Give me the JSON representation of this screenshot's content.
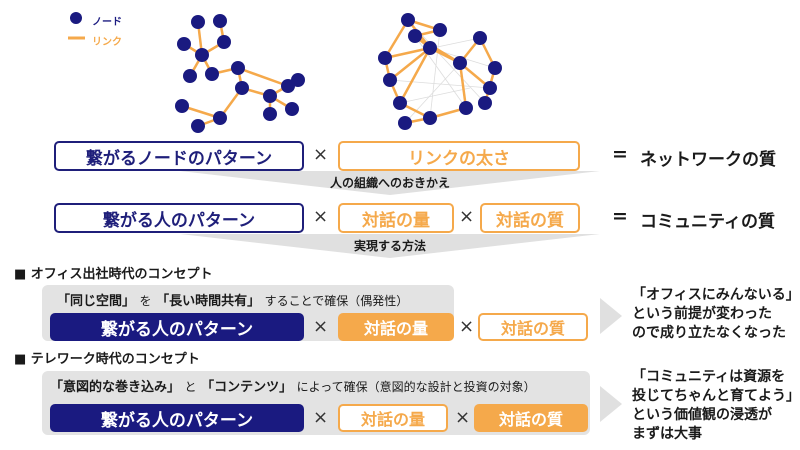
{
  "legend": {
    "node_label": "ノード",
    "link_label": "リンク"
  },
  "colors": {
    "navy": "#1a1a80",
    "orange": "#f5a94b",
    "gray_panel": "#e3e3e3",
    "arrow_gray": "#e0e0e0"
  },
  "formula1": {
    "node_pattern": "繋がるノードのパターン",
    "times": "×",
    "link_thickness": "リンクの太さ",
    "equals": "=",
    "result": "ネットワークの質"
  },
  "arrow1_label": "人の組織へのおきかえ",
  "formula2": {
    "people_pattern": "繋がる人のパターン",
    "times1": "×",
    "dialogue_quantity": "対話の量",
    "times2": "×",
    "dialogue_quality": "対話の質",
    "equals": "=",
    "result": "コミュニティの質"
  },
  "arrow2_label": "実現する方法",
  "office": {
    "title": "■ オフィス出社時代のコンセプト",
    "panel_text_a": "「同じ空間」",
    "panel_text_b": "を",
    "panel_text_c": "「長い時間共有」",
    "panel_text_d": "することで確保（偶発性）",
    "people_pattern": "繋がる人のパターン",
    "times1": "×",
    "dialogue_quantity": "対話の量",
    "times2": "×",
    "dialogue_quality": "対話の質",
    "side_lines": [
      "「オフィスにみんないる」",
      "という前提が変わった",
      "ので成り立たなくなった"
    ]
  },
  "telework": {
    "title": "■ テレワーク時代のコンセプト",
    "panel_text_a": "「意図的な巻き込み」",
    "panel_text_b": "と",
    "panel_text_c": "「コンテンツ」",
    "panel_text_d": "によって確保（意図的な設計と投資の対象）",
    "people_pattern": "繋がる人のパターン",
    "times1": "×",
    "dialogue_quantity": "対話の量",
    "times2": "×",
    "dialogue_quality": "対話の質",
    "side_lines": [
      "「コミュニティは資源を",
      "投じてちゃんと育てよう」",
      "という価値観の浸透が",
      "まずは大事"
    ]
  }
}
